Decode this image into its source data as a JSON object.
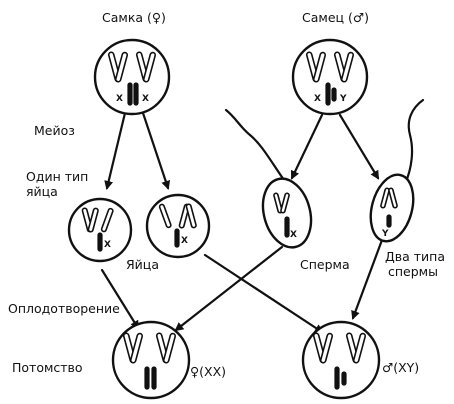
{
  "labels": {
    "female": "Самка (♀)",
    "male": "Самец (♂)",
    "meiosis": "Мейоз",
    "one_type_line1": "Один тип",
    "one_type_line2": "яйца",
    "eggs": "Яйца",
    "sperm": "Сперма",
    "two_types_line1": "Два типа",
    "two_types_line2": "спермы",
    "fertilization": "Оплодотворение",
    "offspring": "Потомство",
    "female_offspring": "♀(XX)",
    "male_offspring": "♂(XY)"
  },
  "chromosome_letters": {
    "x": "X",
    "y": "Y"
  }
}
